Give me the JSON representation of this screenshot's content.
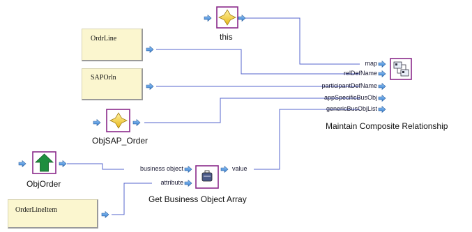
{
  "variables": {
    "ordrline": "OrdrLine",
    "saporln": "SAPOrln",
    "orderlineitem": "OrderLineItem"
  },
  "nodes": {
    "this_label": "this",
    "objsap_order_label": "ObjSAP_Order",
    "objorder_label": "ObjOrder",
    "maintain_label": "Maintain Composite Relationship",
    "getbo_label": "Get Business Object Array"
  },
  "ports": {
    "map": "map",
    "reldefname": "relDefName",
    "participantdefname": "participantDefName",
    "appspecificbusobj": "appSpecificBusObj",
    "genericbusobjlist": "genericBusObjList",
    "business_object": "business object",
    "attribute": "attribute",
    "value": "value"
  },
  "colors": {
    "connector": "#5566cc",
    "port_arrow": "#3a8ad8",
    "node_border": "#8a2a8a",
    "var_fill": "#fbf6cf",
    "star": "#f4cd2a",
    "up_arrow": "#1e8e3e"
  }
}
